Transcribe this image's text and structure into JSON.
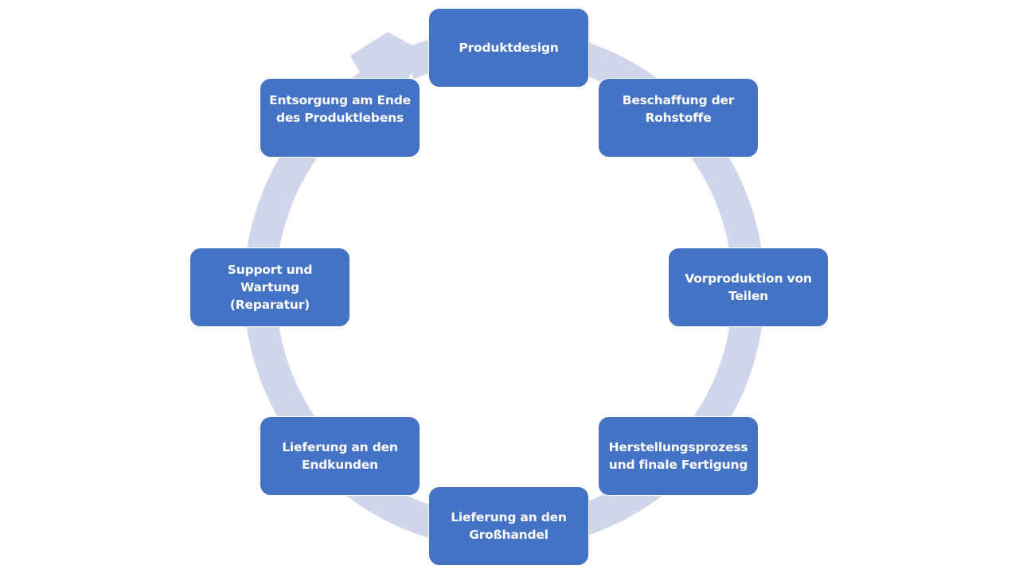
{
  "diagram": {
    "type": "cycle",
    "colors": {
      "node_fill": "#4472c4",
      "node_text": "#ffffff",
      "ring": "#cfd5ea"
    },
    "nodes": [
      {
        "label": "Produktdesign"
      },
      {
        "label": "Beschaffung der\nRohstoffe"
      },
      {
        "label": "Vorproduktion von\nTeilen"
      },
      {
        "label": "Herstellungsprozess\nund finale Fertigung"
      },
      {
        "label": "Lieferung an den\nGroßhandel"
      },
      {
        "label": "Lieferung an den\nEndkunden"
      },
      {
        "label": "Support und Wartung\n(Reparatur)"
      },
      {
        "label": "Entsorgung am Ende\ndes Produktlebens"
      }
    ],
    "direction": "clockwise"
  }
}
